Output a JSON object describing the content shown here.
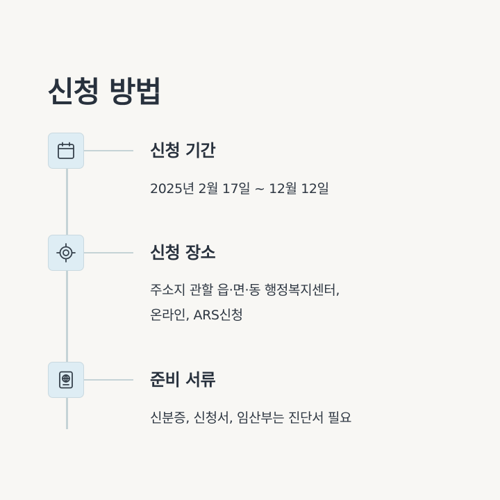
{
  "page": {
    "title": "신청 방법"
  },
  "colors": {
    "background": "#f8f7f4",
    "text": "#28313d",
    "line": "#c5d3d6",
    "icon_bg": "#deedf4",
    "icon_stroke": "#35404b"
  },
  "steps": [
    {
      "icon": "calendar-icon",
      "title": "신청 기간",
      "lines": [
        "2025년 2월 17일 ~ 12월 12일"
      ]
    },
    {
      "icon": "target-icon",
      "title": "신청 장소",
      "lines": [
        "주소지 관할 읍·면·동 행정복지센터,",
        "온라인, ARS신청"
      ]
    },
    {
      "icon": "passport-icon",
      "title": "준비 서류",
      "lines": [
        "신분증, 신청서, 임산부는 진단서 필요"
      ]
    }
  ]
}
